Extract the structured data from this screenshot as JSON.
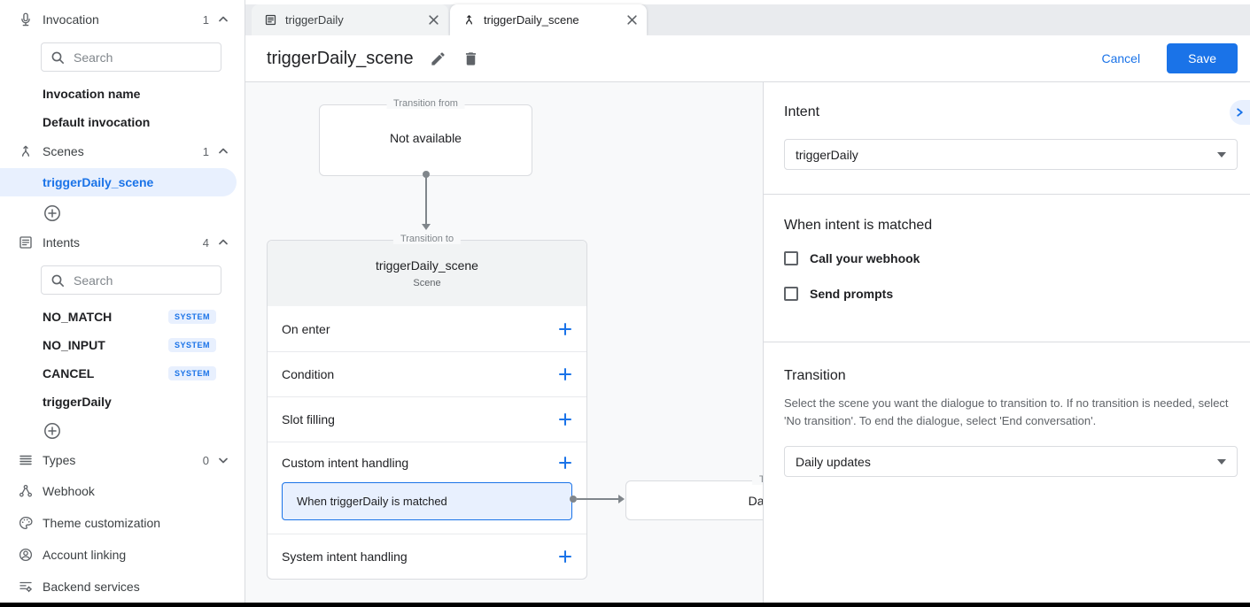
{
  "colors": {
    "accent": "#1a73e8",
    "selection_bg": "#e8f0fe",
    "canvas_bg": "#f8f9fa",
    "border": "#dadce0"
  },
  "sidebar": {
    "invocation": {
      "label": "Invocation",
      "count": "1",
      "search_placeholder": "Search",
      "items": [
        "Invocation name",
        "Default invocation"
      ]
    },
    "scenes": {
      "label": "Scenes",
      "count": "1",
      "selected_item": "triggerDaily_scene"
    },
    "intents": {
      "label": "Intents",
      "count": "4",
      "search_placeholder": "Search",
      "items": [
        {
          "name": "NO_MATCH",
          "badge": "SYSTEM"
        },
        {
          "name": "NO_INPUT",
          "badge": "SYSTEM"
        },
        {
          "name": "CANCEL",
          "badge": "SYSTEM"
        },
        {
          "name": "triggerDaily"
        }
      ]
    },
    "types": {
      "label": "Types",
      "count": "0"
    },
    "nav": [
      "Webhook",
      "Theme customization",
      "Account linking",
      "Backend services"
    ]
  },
  "tabs": [
    {
      "label": "triggerDaily",
      "icon": "intent-icon"
    },
    {
      "label": "triggerDaily_scene",
      "icon": "scene-icon",
      "active": true
    }
  ],
  "header": {
    "title": "triggerDaily_scene",
    "cancel_label": "Cancel",
    "save_label": "Save"
  },
  "canvas": {
    "transition_from": {
      "legend": "Transition from",
      "content": "Not available"
    },
    "scene_card": {
      "legend": "Transition to",
      "title": "triggerDaily_scene",
      "subtitle": "Scene",
      "rows": [
        "On enter",
        "Condition",
        "Slot filling",
        "Custom intent handling",
        "System intent handling"
      ],
      "handler": "When triggerDaily is matched"
    },
    "target_card": {
      "legend": "Transition to",
      "title": "Daily updates"
    }
  },
  "panel": {
    "intent": {
      "heading": "Intent",
      "value": "triggerDaily"
    },
    "matched": {
      "heading": "When intent is matched",
      "checkboxes": [
        "Call your webhook",
        "Send prompts"
      ]
    },
    "transition": {
      "heading": "Transition",
      "description": "Select the scene you want the dialogue to transition to. If no transition is needed, select 'No transition'. To end the dialogue, select 'End conversation'.",
      "value": "Daily updates"
    }
  },
  "icons": {
    "microphone": "mic",
    "scenes": "branch-arrow",
    "intents": "list-box",
    "types": "stacked-lines",
    "webhook": "connected-nodes",
    "theme": "palette",
    "account": "person-circle",
    "backend": "lines-gear",
    "search": "magnifier",
    "close": "x",
    "edit": "pencil",
    "delete": "trash",
    "add": "plus",
    "add_circle": "plus-circle",
    "collapse": "chevron-right",
    "dropdown": "caret-down"
  }
}
